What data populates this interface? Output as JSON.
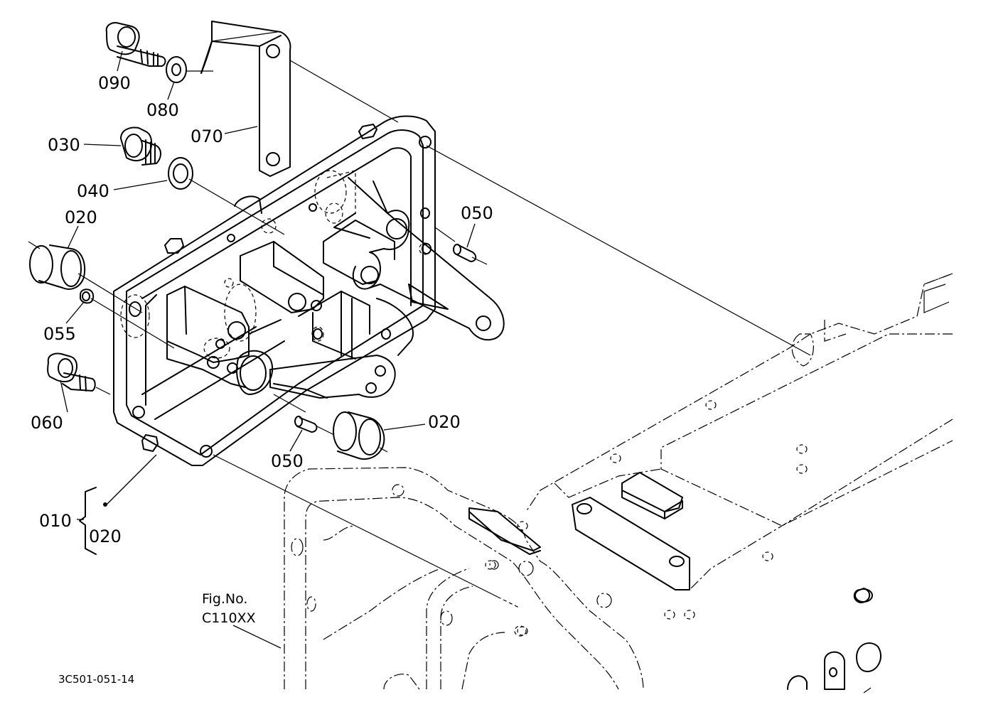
{
  "diagram": {
    "labels": [
      {
        "id": "090",
        "text": "090"
      },
      {
        "id": "080",
        "text": "080"
      },
      {
        "id": "070",
        "text": "070"
      },
      {
        "id": "030",
        "text": "030"
      },
      {
        "id": "040",
        "text": "040"
      },
      {
        "id": "020a",
        "text": "020"
      },
      {
        "id": "050a",
        "text": "050"
      },
      {
        "id": "055",
        "text": "055"
      },
      {
        "id": "060",
        "text": "060"
      },
      {
        "id": "020b",
        "text": "020"
      },
      {
        "id": "050b",
        "text": "050"
      },
      {
        "id": "010",
        "text": "010"
      },
      {
        "id": "020c",
        "text": "020"
      }
    ],
    "fig_ref_line1": "Fig.No.",
    "fig_ref_line2": "C110XX",
    "drawing_code": "3C501-051-14"
  }
}
